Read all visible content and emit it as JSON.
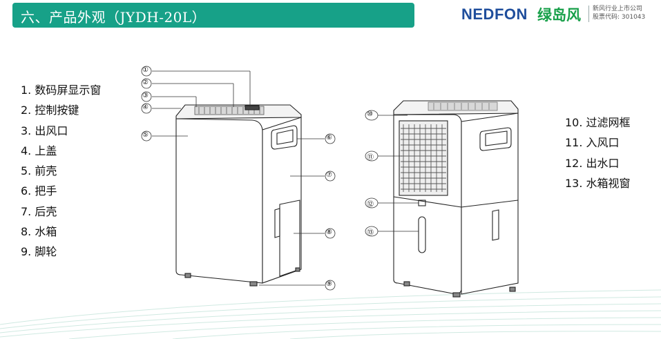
{
  "header": {
    "title": "六、产品外观（JYDH-20L）",
    "title_bg": "#17a188"
  },
  "brand": {
    "logo_en": "NEDFON",
    "logo_cn": "绿岛风",
    "corp_line1": "新风行业上市公司",
    "corp_line2": "股票代码: 301043",
    "colors": {
      "en": "#1f4e9c",
      "cn": "#18a04a"
    }
  },
  "parts_left": [
    "1. 数码屏显示窗",
    "2. 控制按键",
    "3. 出风口",
    "4. 上盖",
    "5. 前壳",
    "6. 把手",
    "7. 后壳",
    "8. 水箱",
    "9. 脚轮"
  ],
  "parts_right": [
    "10. 过滤网框",
    "11. 入风口",
    "12. 出水口",
    "13. 水箱视窗"
  ],
  "callouts_front": [
    "①",
    "②",
    "③",
    "④",
    "⑤",
    "⑥",
    "⑦",
    "⑧",
    "⑨"
  ],
  "callouts_back": [
    "⑩",
    "⑪",
    "⑫",
    "⑬"
  ]
}
